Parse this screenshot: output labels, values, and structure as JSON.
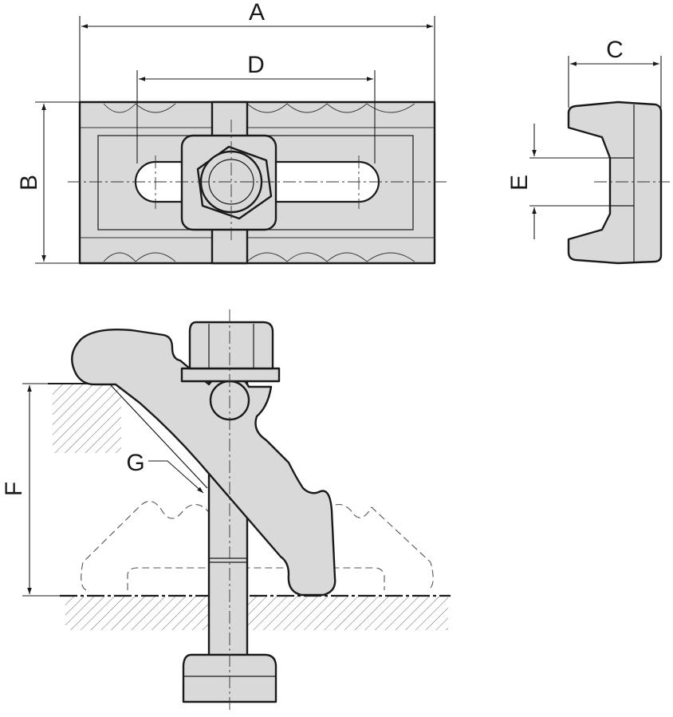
{
  "labels": {
    "a": "A",
    "b": "B",
    "c": "C",
    "d": "D",
    "e": "E",
    "f": "F",
    "g": "G"
  },
  "colors": {
    "part_fill": "#d9d9d9",
    "line": "#1a1a1a"
  }
}
